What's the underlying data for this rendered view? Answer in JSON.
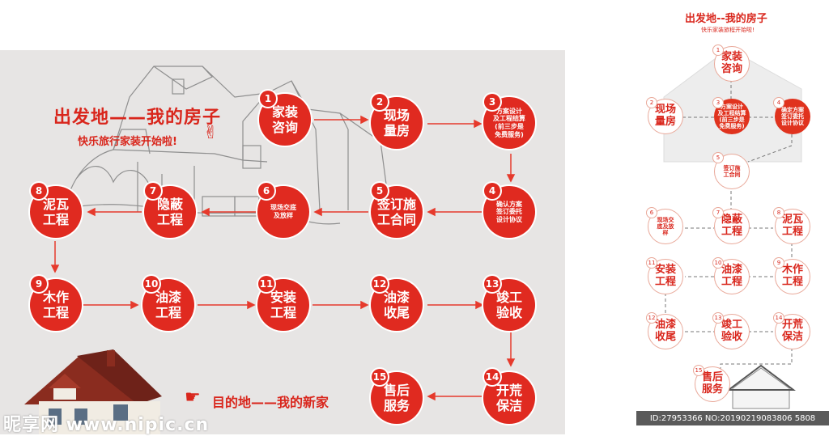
{
  "main": {
    "title": "出发地——我的房子",
    "subtitle": "快乐旅行家装开始啦!",
    "destination": "目的地——我的新家",
    "steps": [
      {
        "num": "1",
        "text": "家装\n咨询",
        "size": "big"
      },
      {
        "num": "2",
        "text": "现场\n量房",
        "size": "big"
      },
      {
        "num": "3",
        "text": "方案设计\n及工程结算\n(前三步是\n免费服务)",
        "size": "small"
      },
      {
        "num": "4",
        "text": "确认方案\n签订委托\n设计协议",
        "size": "small"
      },
      {
        "num": "5",
        "text": "签订施\n工合同",
        "size": "big"
      },
      {
        "num": "6",
        "text": "现场交底\n及放样",
        "size": "small"
      },
      {
        "num": "7",
        "text": "隐蔽\n工程",
        "size": "big"
      },
      {
        "num": "8",
        "text": "泥瓦\n工程",
        "size": "big"
      },
      {
        "num": "9",
        "text": "木作\n工程",
        "size": "big"
      },
      {
        "num": "10",
        "text": "油漆\n工程",
        "size": "big"
      },
      {
        "num": "11",
        "text": "安装\n工程",
        "size": "big"
      },
      {
        "num": "12",
        "text": "油漆\n收尾",
        "size": "big"
      },
      {
        "num": "13",
        "text": "竣工\n验收",
        "size": "big"
      },
      {
        "num": "14",
        "text": "开荒\n保洁",
        "size": "big"
      },
      {
        "num": "15",
        "text": "售后\n服务",
        "size": "big"
      }
    ]
  },
  "side": {
    "title": "出发地--我的房子",
    "subtitle": "快乐家装旅程开始啦!",
    "steps": [
      {
        "num": "1",
        "text": "家装\n咨询",
        "style": "outline"
      },
      {
        "num": "2",
        "text": "现场\n量房",
        "style": "outline"
      },
      {
        "num": "3",
        "text": "方案设计\n及工程结算\n(前三步是\n免费服务)",
        "style": "fill"
      },
      {
        "num": "4",
        "text": "确定方案\n签订委托\n设计协议",
        "style": "fill"
      },
      {
        "num": "5",
        "text": "签订施\n工合同",
        "style": "outline"
      },
      {
        "num": "6",
        "text": "现场交\n底及放\n样",
        "style": "outline"
      },
      {
        "num": "7",
        "text": "隐蔽\n工程",
        "style": "outline"
      },
      {
        "num": "8",
        "text": "泥瓦\n工程",
        "style": "outline"
      },
      {
        "num": "9",
        "text": "木作\n工程",
        "style": "outline"
      },
      {
        "num": "10",
        "text": "油漆\n工程",
        "style": "outline"
      },
      {
        "num": "11",
        "text": "安装\n工程",
        "style": "outline"
      },
      {
        "num": "12",
        "text": "油漆\n收尾",
        "style": "outline"
      },
      {
        "num": "13",
        "text": "竣工\n验收",
        "style": "outline"
      },
      {
        "num": "14",
        "text": "开荒\n保洁",
        "style": "outline"
      },
      {
        "num": "15",
        "text": "售后\n服务",
        "style": "outline"
      }
    ]
  },
  "watermark": "昵享网 www.nipic.cn",
  "image_id": "ID:27953366 NO:20190219083806 5808",
  "colors": {
    "accent": "#e02a20",
    "panel": "#e7e5e4"
  }
}
